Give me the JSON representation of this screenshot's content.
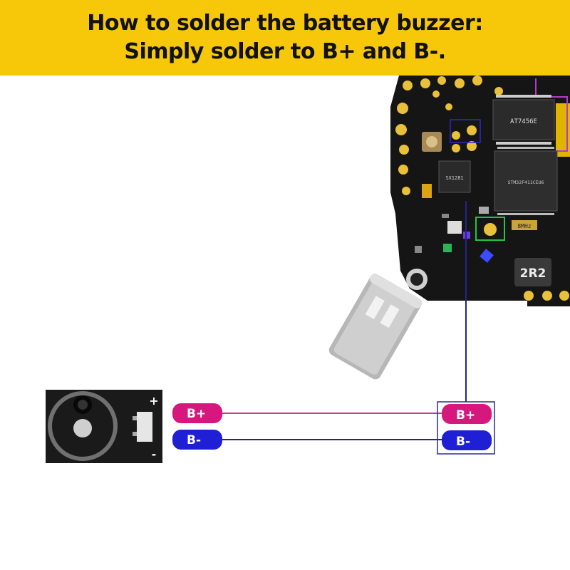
{
  "header": {
    "line1": "How to solder the battery buzzer:",
    "line2": "Simply solder to B+ and B-."
  },
  "board": {
    "chip_osd": "AT7456E",
    "chip_rx": "SX1281",
    "chip_mcu": "STM32F411CEU6",
    "crystal": "8MHz",
    "inductor": "2R2"
  },
  "buzzer": {
    "plus_sign": "+",
    "minus_sign": "-"
  },
  "pads": {
    "left_bplus": "B+",
    "left_bminus": "B-",
    "right_bplus": "B+",
    "right_bminus": "B-"
  },
  "colors": {
    "banner": "#f7c70a",
    "bplus_pad": "#d6187e",
    "bminus_pad": "#1f1fd6",
    "bplus_wire": "#c23d94",
    "bminus_wire": "#242489",
    "board": "#151515",
    "gold_pad": "#e8c03a"
  }
}
